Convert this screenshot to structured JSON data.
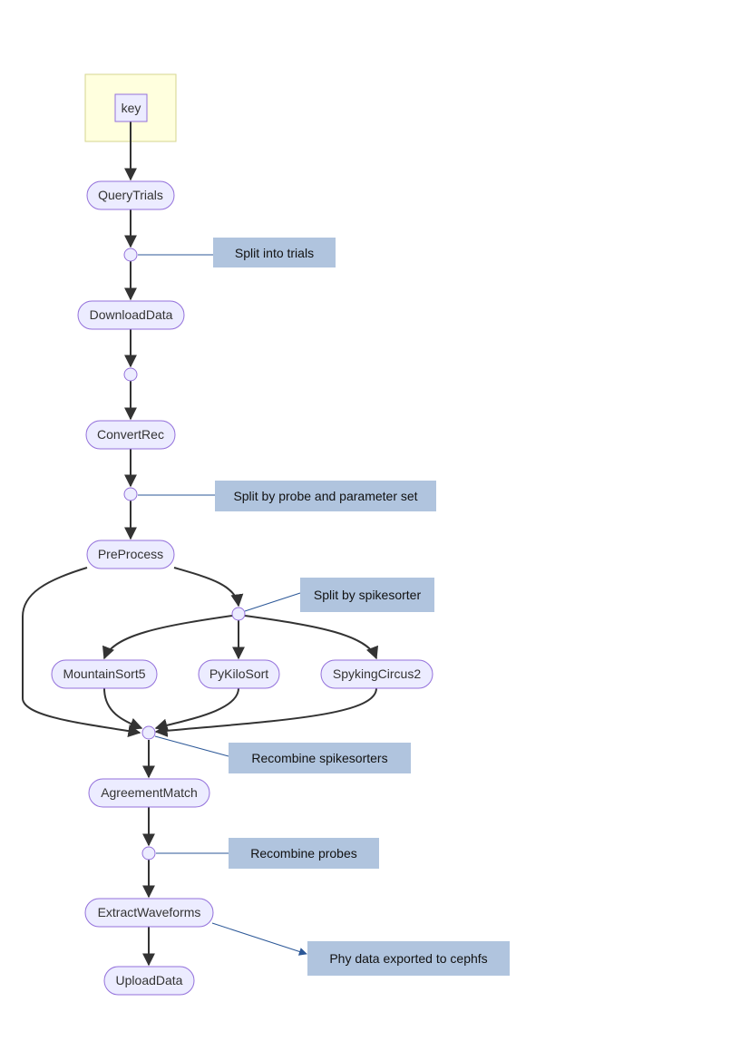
{
  "diagram": {
    "type": "flowchart",
    "nodes": {
      "key": "key",
      "query_trials": "QueryTrials",
      "download_data": "DownloadData",
      "convert_rec": "ConvertRec",
      "pre_process": "PreProcess",
      "mountainsort5": "MountainSort5",
      "pykilosort": "PyKiloSort",
      "spykingcircus2": "SpykingCircus2",
      "agreement_match": "AgreementMatch",
      "extract_waveforms": "ExtractWaveforms",
      "upload_data": "UploadData"
    },
    "notes": {
      "split_trials": "Split into trials",
      "split_probe": "Split by probe and parameter set",
      "split_sorter": "Split by spikesorter",
      "recombine_sorters": "Recombine spikesorters",
      "recombine_probes": "Recombine probes",
      "phy_export": "Phy data exported to cephfs"
    },
    "colors": {
      "node_fill": "#ECECFF",
      "node_stroke": "#9370DB",
      "edge": "#333333",
      "note_fill": "#B0C4DE",
      "note_link": "#2B5797",
      "key_box_fill": "#FFFFDE",
      "key_box_stroke": "#D6D68F"
    }
  }
}
